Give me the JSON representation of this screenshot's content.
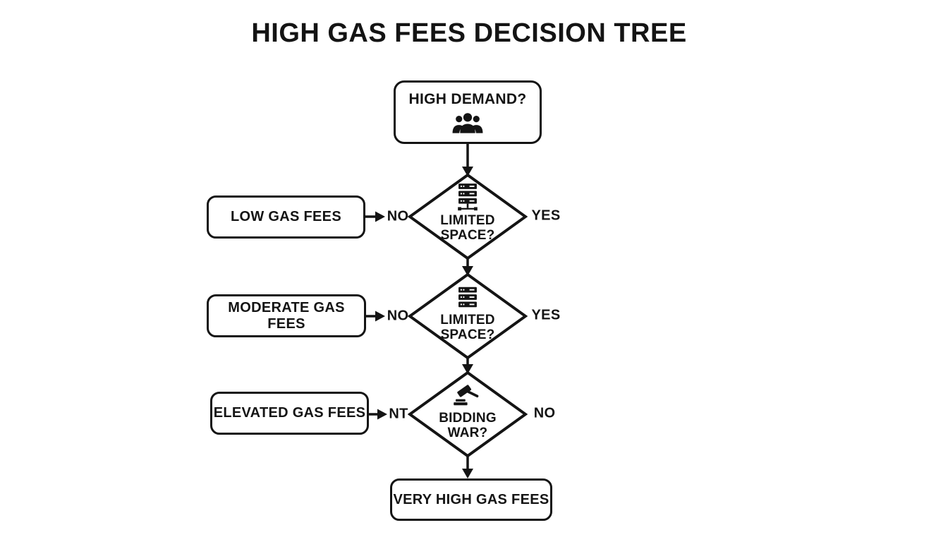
{
  "title": "HIGH GAS FEES DECISION TREE",
  "start": {
    "label": "HIGH DEMAND?",
    "icon": "people-group-icon"
  },
  "decisions": [
    {
      "question": "LIMITED SPACE?",
      "icon": "server-rack-icon",
      "left": "NO",
      "right": "YES"
    },
    {
      "question": "LIMITED SPACE?",
      "icon": "server-stack-icon",
      "left": "NO",
      "right": "YES"
    },
    {
      "question": "BIDDING WAR?",
      "icon": "gavel-icon",
      "left": "NT",
      "right": "NO"
    }
  ],
  "outcomes": {
    "low": "LOW GAS FEES",
    "moderate": "MODERATE GAS FEES",
    "elevated": "ELEVATED GAS FEES",
    "very_high": "VERY HIGH GAS FEES"
  },
  "colors": {
    "line": "#141414",
    "text": "#141414",
    "background": "#ffffff"
  }
}
